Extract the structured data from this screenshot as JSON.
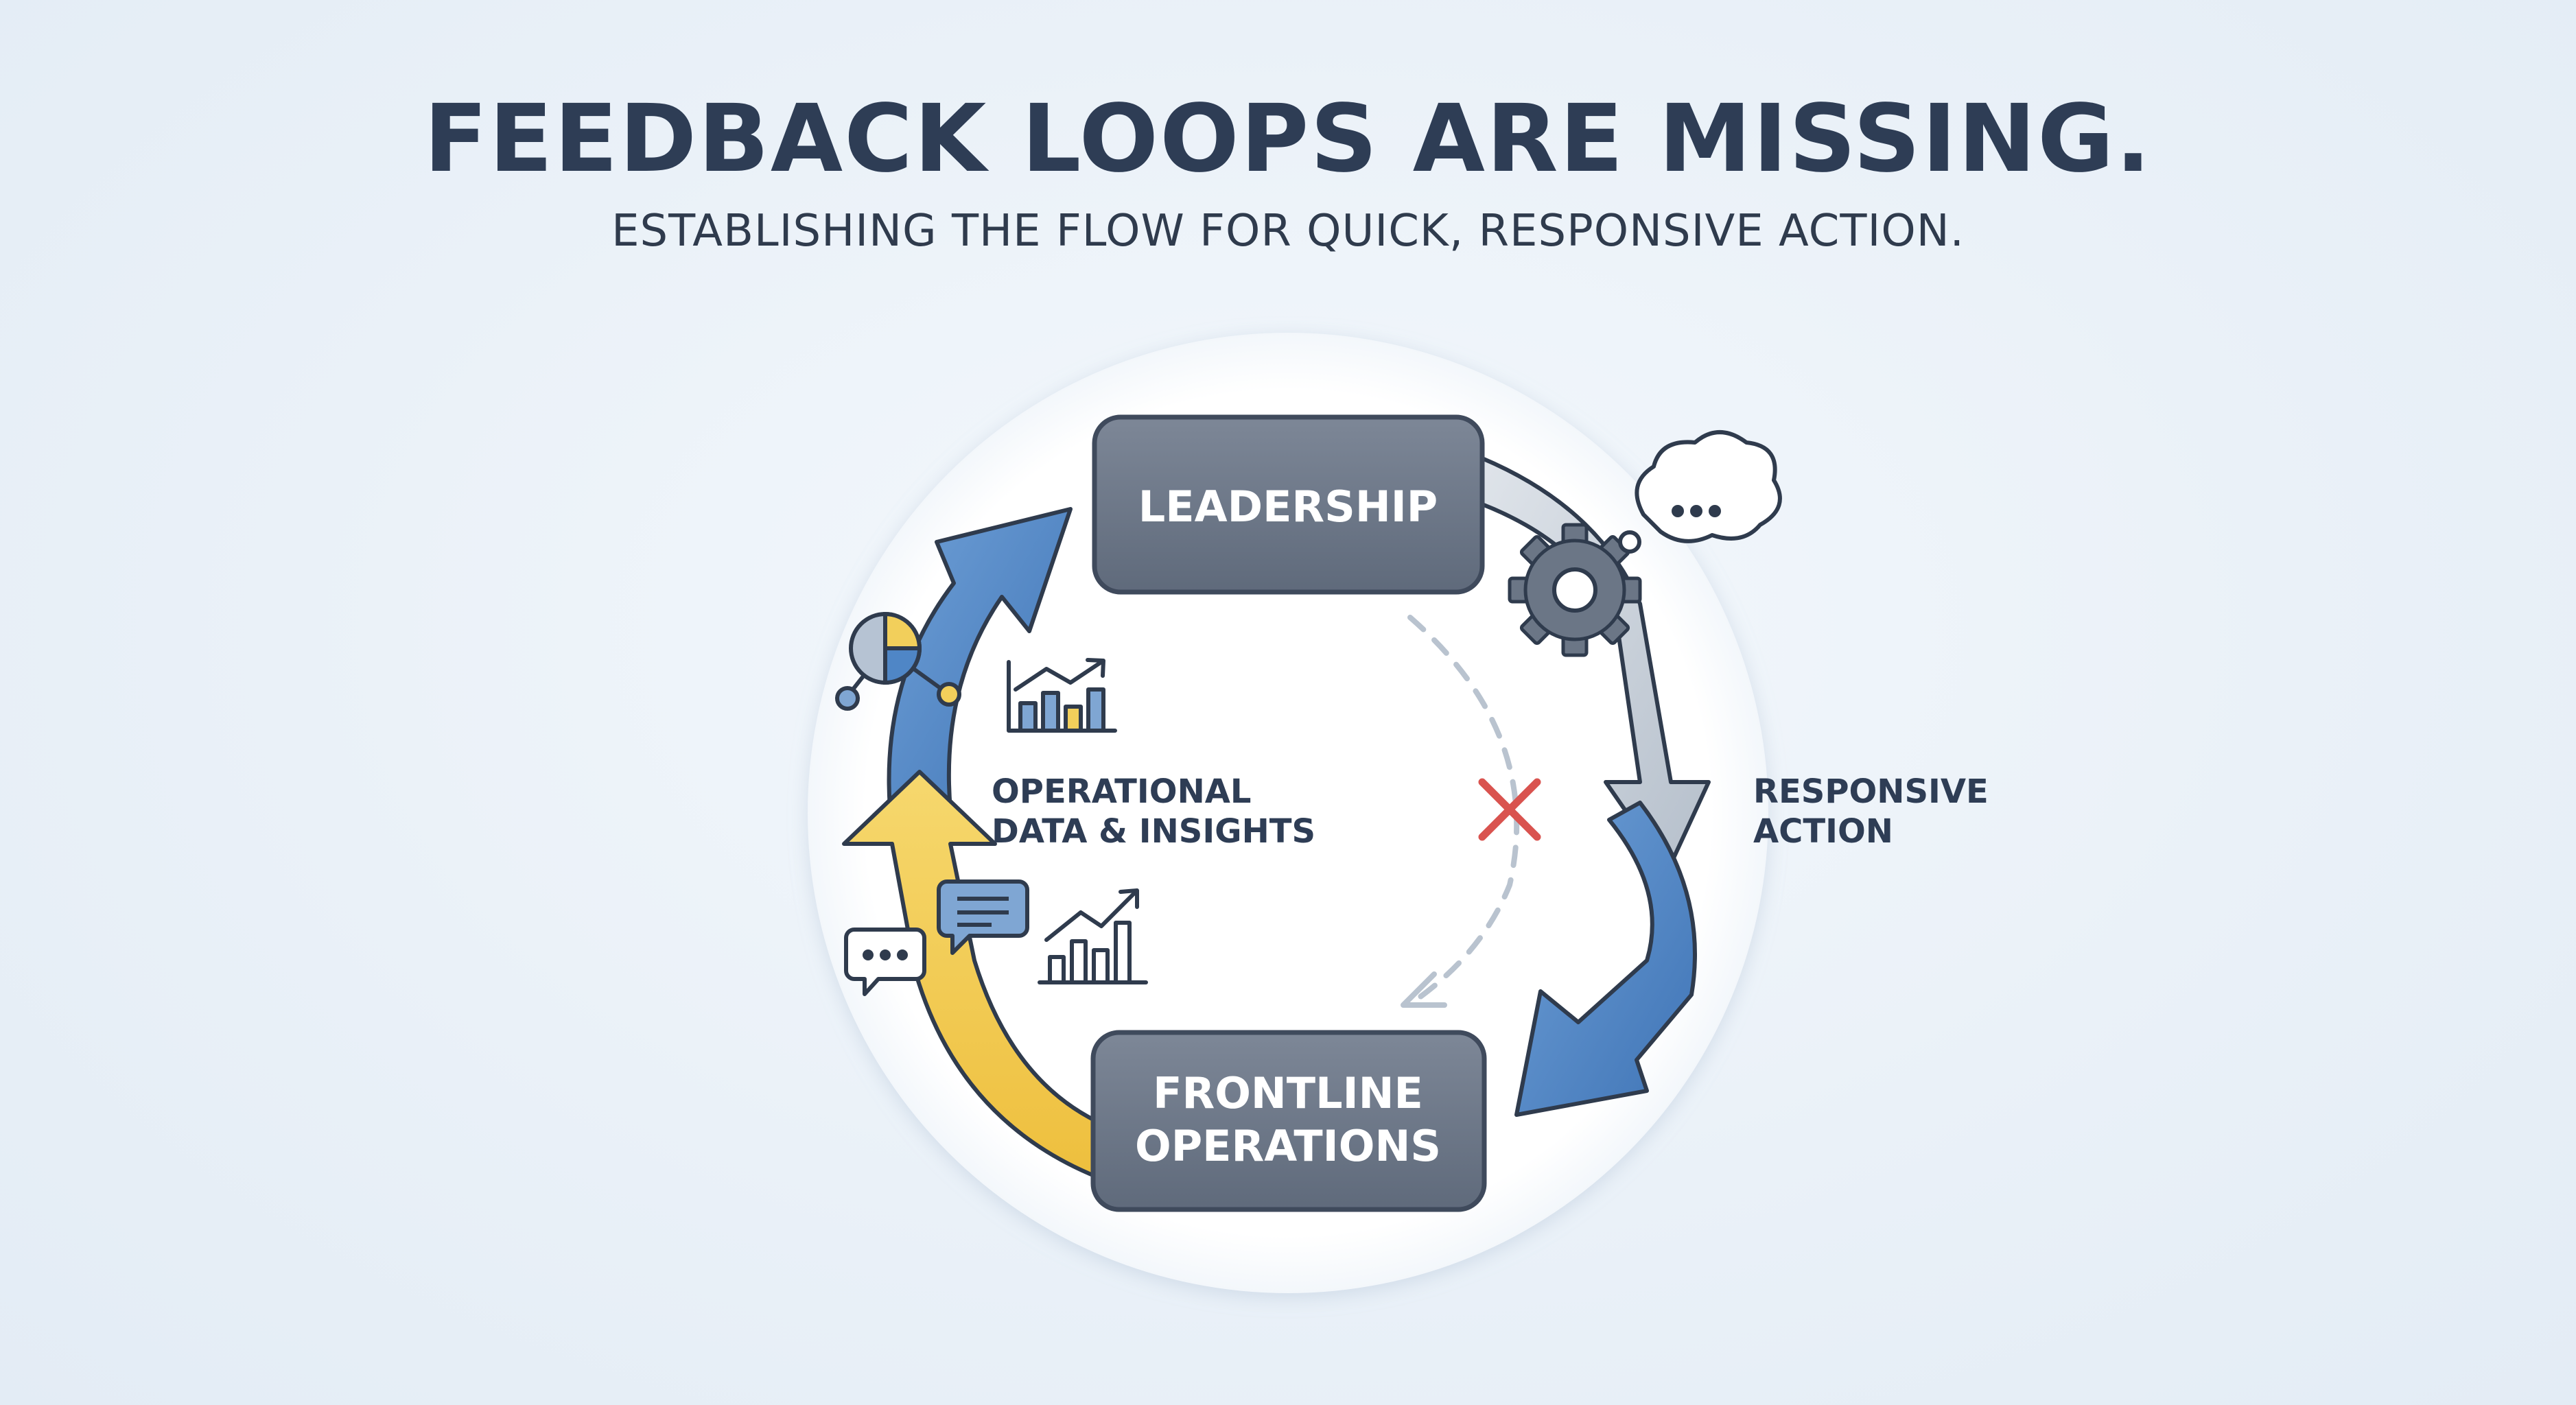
{
  "header": {
    "title": "FEEDBACK LOOPS ARE MISSING.",
    "subtitle": "ESTABLISHING THE FLOW FOR QUICK, RESPONSIVE ACTION."
  },
  "diagram": {
    "top_node": {
      "label": "LEADERSHIP"
    },
    "bottom_node": {
      "label_line1": "FRONTLINE",
      "label_line2": "OPERATIONS"
    },
    "left_flow": {
      "label_line1": "OPERATIONAL",
      "label_line2": "DATA & INSIGHTS"
    },
    "right_flow": {
      "label_line1": "RESPONSIVE",
      "label_line2": "ACTION"
    },
    "broken_link_marker": "x-mark-icon"
  },
  "colors": {
    "title": "#2e3d55",
    "node_fill": "#6b7686",
    "node_stroke": "#3f4a5c",
    "blue_arrow": "#4f86c6",
    "yellow_arrow": "#f2cf5b",
    "grey_arrow": "#c7ced8",
    "red_x": "#d9534f",
    "outline": "#2f3b4d"
  },
  "icons": [
    "pie-chart-network-icon",
    "bar-chart-growth-icon",
    "speech-bubble-icon",
    "chat-bubble-icon",
    "gear-icon",
    "thought-bubble-icon",
    "x-mark-icon"
  ]
}
